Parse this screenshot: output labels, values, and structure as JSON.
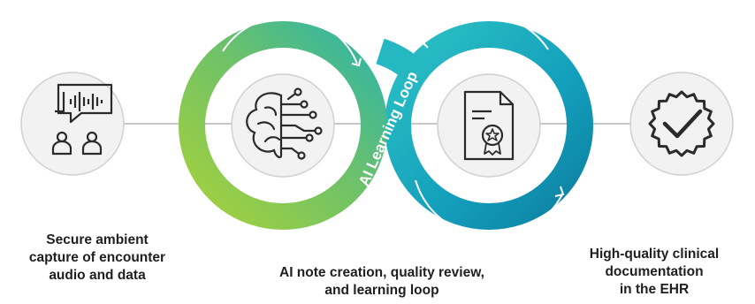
{
  "loop_label": "AI Learning Loop",
  "steps": [
    {
      "icon": "audio-capture-icon",
      "lines": [
        "Secure ambient",
        "capture of encounter",
        "audio and data"
      ]
    },
    {
      "icon": "ai-brain-icon",
      "lines": [
        "AI note creation, quality review,",
        "and learning loop"
      ]
    },
    {
      "icon": "certified-document-icon",
      "lines": []
    },
    {
      "icon": "checkmark-seal-icon",
      "lines": [
        "High-quality clinical",
        "documentation",
        "in the EHR"
      ]
    }
  ],
  "colors": {
    "green": "#8cc63f",
    "teal": "#1ba9c0",
    "dark_teal": "#0f8ba8",
    "line": "#c8c8c8",
    "icon": "#2a2a2a",
    "circle_fill": "#f2f2f2"
  }
}
